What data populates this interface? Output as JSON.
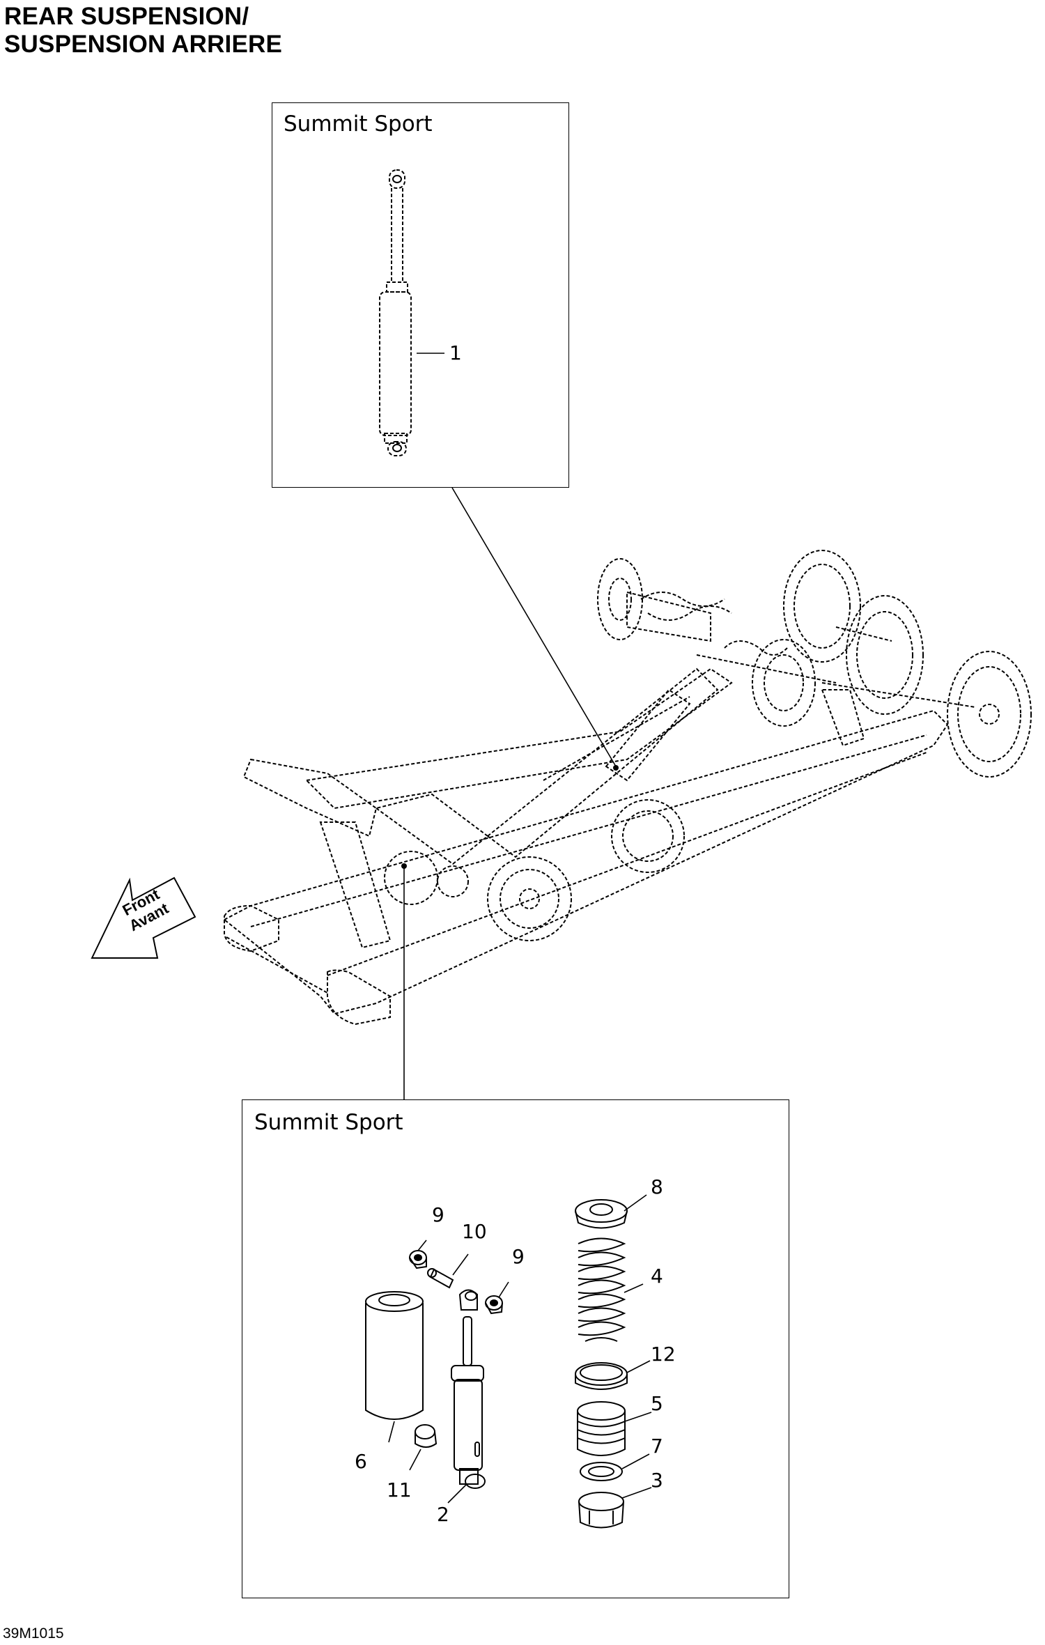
{
  "header": {
    "title_line1": "REAR SUSPENSION/",
    "title_line2": "SUSPENSION ARRIERE"
  },
  "top_inset": {
    "label": "Summit Sport",
    "callouts": [
      "1"
    ]
  },
  "bottom_inset": {
    "label": "Summit Sport",
    "callouts": [
      "8",
      "9",
      "10",
      "9",
      "4",
      "12",
      "5",
      "7",
      "3",
      "6",
      "11",
      "2"
    ]
  },
  "direction_arrow": {
    "line1": "Front",
    "line2": "Avant"
  },
  "footer": {
    "drawing_code": "39M1015"
  }
}
